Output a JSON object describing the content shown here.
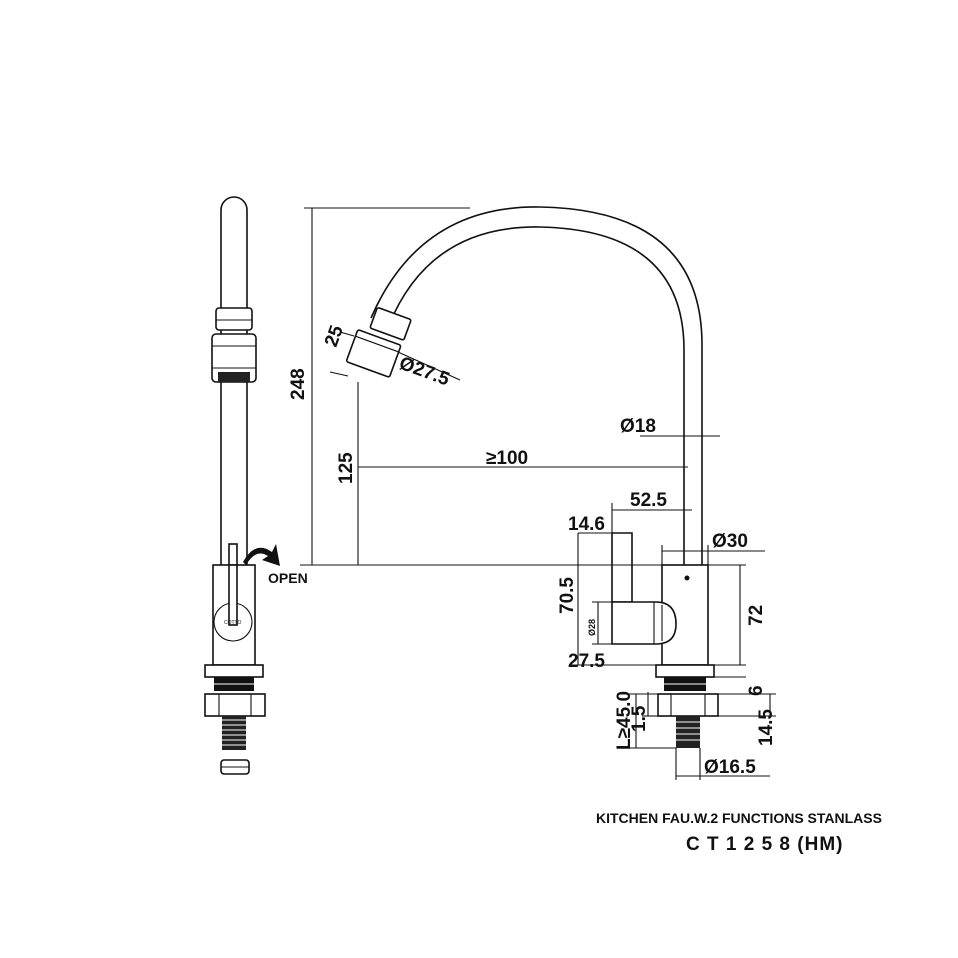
{
  "title": {
    "line1": "KITCHEN FAU.W.2 FUNCTIONS STANLASS",
    "line2": "C T 1 2 5 8 (HM)"
  },
  "labels": {
    "open": "OPEN",
    "logo": "COTTO"
  },
  "dimensions": {
    "height_total": "248",
    "spout_height": "125",
    "reach": "≥100",
    "aerator_len": "25",
    "aerator_dia": "Ø27.5",
    "spout_dia": "Ø18",
    "handle_offset": "52.5",
    "handle_depth": "14.6",
    "body_dia": "Ø30",
    "handle_height": "70.5",
    "handle_dia": "Ø28",
    "handle_width": "27.5",
    "body_height": "72",
    "base_height": "6",
    "shank_len": "L≥45.0",
    "washer": "1.5",
    "nut_height": "14.5",
    "shank_dia": "Ø16.5"
  }
}
